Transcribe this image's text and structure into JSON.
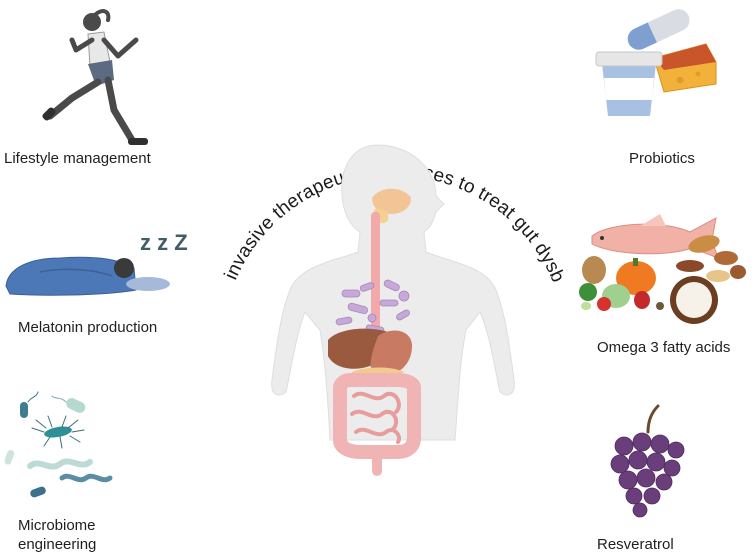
{
  "title": "Non-invasive therapeutic advances to treat gut dysbiosis",
  "items": {
    "lifestyle": "Lifestyle management",
    "melatonin": "Melatonin production",
    "microbiome_line1": "Microbiome",
    "microbiome_line2": "engineering",
    "probiotics": "Probiotics",
    "omega": "Omega 3 fatty acids",
    "resveratrol": "Resveratrol"
  },
  "sleep_glyph": "z z Z",
  "colors": {
    "body": "#eaeaea",
    "esophagus": "#f2a9a9",
    "intestine": "#f1b4b4",
    "liver": "#9a5a3f",
    "stomach": "#c97a63",
    "bacteria_purple": "#c7a8d8",
    "runner_skin": "#4a4a4a",
    "sleeper_blue": "#4d78b8",
    "grape": "#6a3e7a",
    "microbe_teal": "#5aa6a6"
  }
}
